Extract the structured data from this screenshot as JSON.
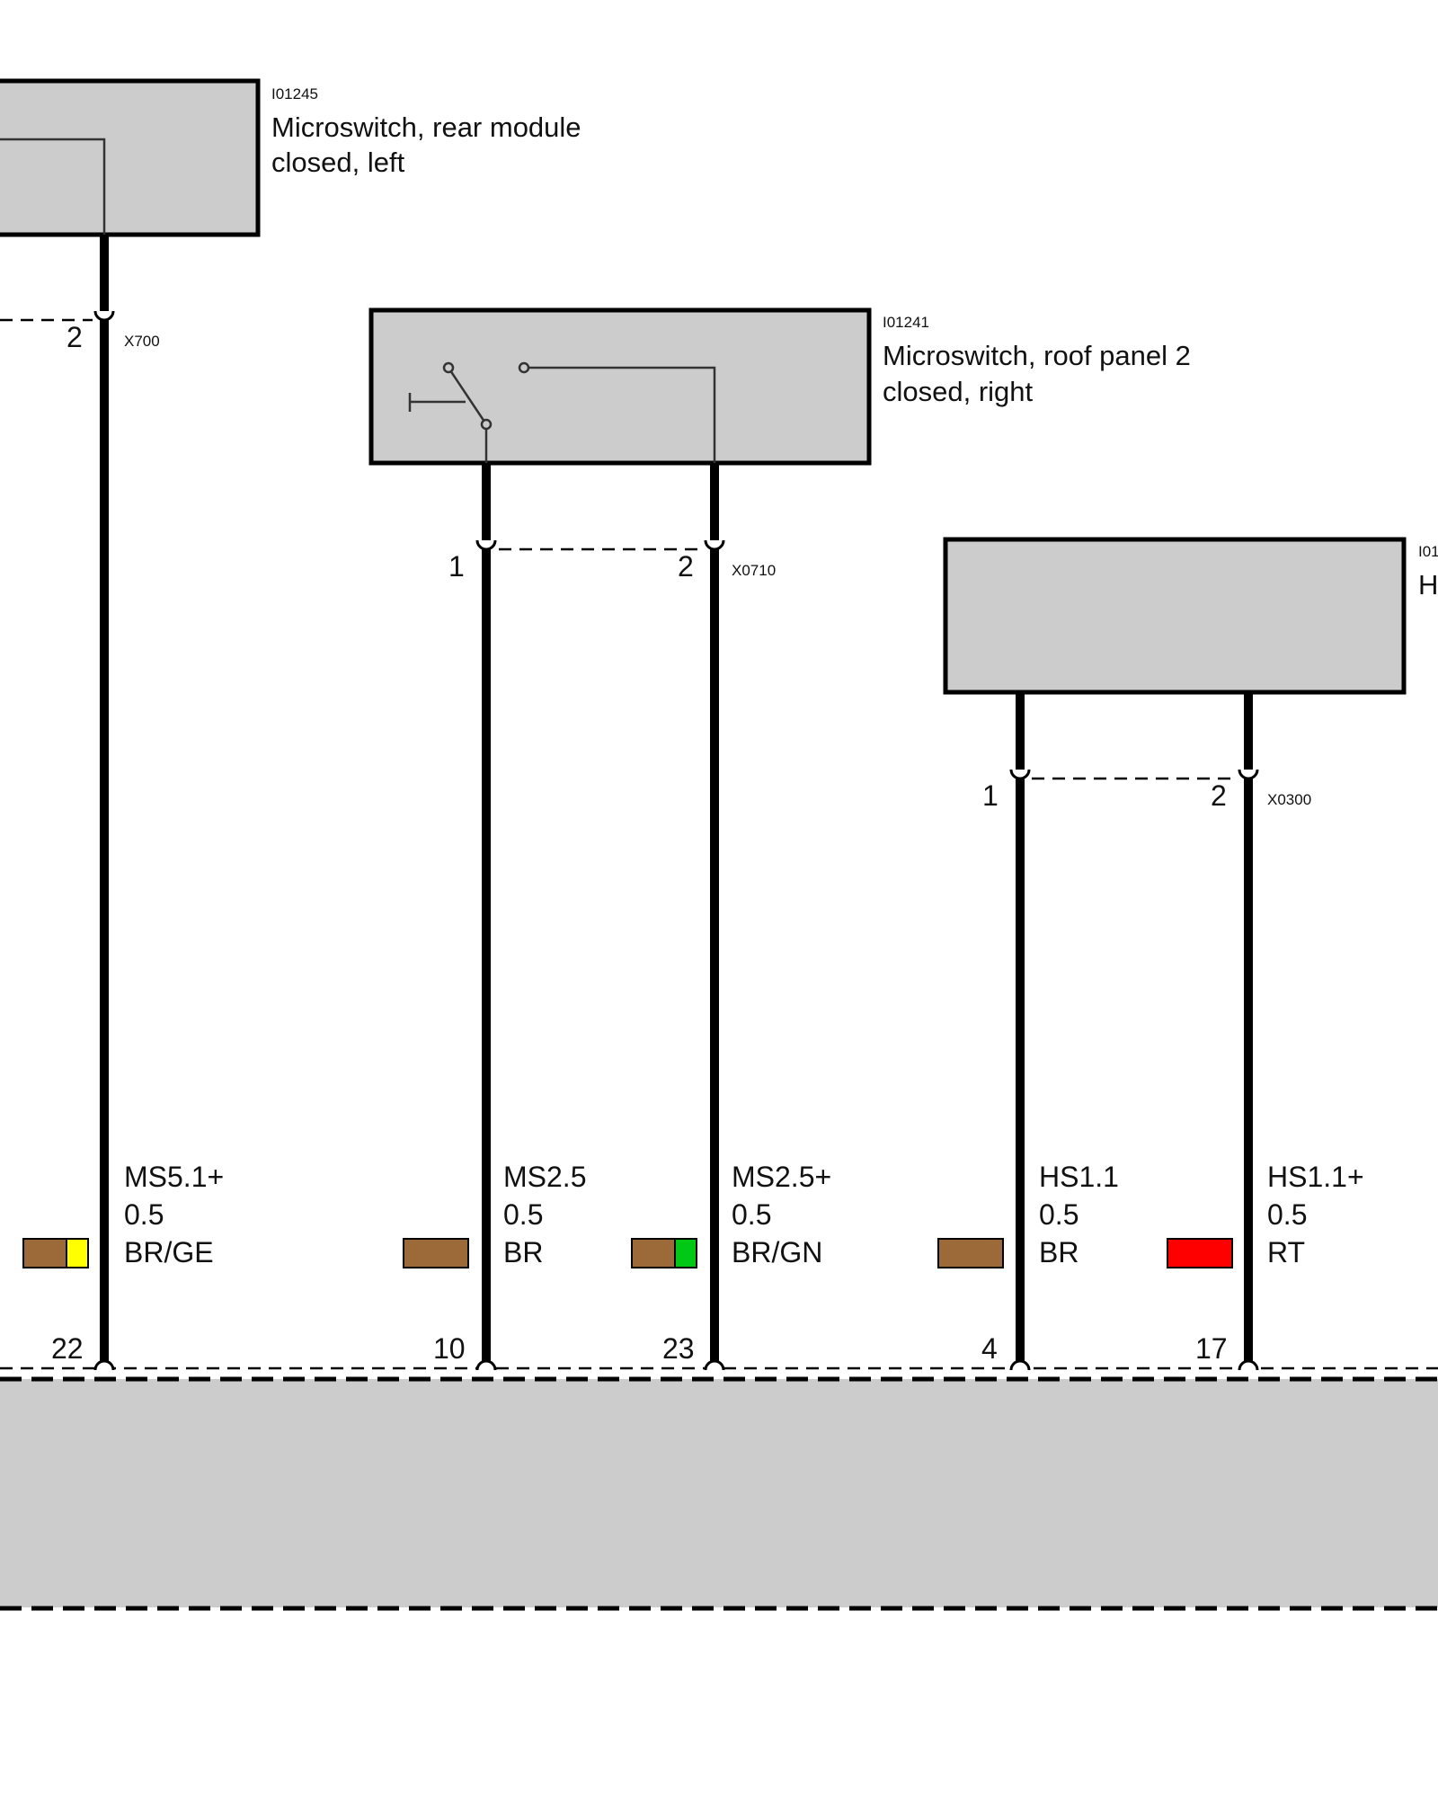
{
  "components": [
    {
      "id": "I01245",
      "name_lines": [
        "Microswitch, rear module",
        "closed, left"
      ]
    },
    {
      "id": "I01241",
      "name_lines": [
        "Microswitch, roof panel 2",
        "closed, right"
      ]
    },
    {
      "id": "I01",
      "name_lines": [
        "H"
      ]
    }
  ],
  "connectors": [
    {
      "name": "X700",
      "pins": [
        "2"
      ]
    },
    {
      "name": "X0710",
      "pins": [
        "1",
        "2"
      ]
    },
    {
      "name": "X0300",
      "pins": [
        "1",
        "2"
      ]
    }
  ],
  "wires": [
    {
      "signal": "MS5.1+",
      "cross_section": "0.5",
      "color_code": "BR/GE",
      "colors": [
        "#9c6938",
        "#ffff00"
      ],
      "pin": "22"
    },
    {
      "signal": "MS2.5",
      "cross_section": "0.5",
      "color_code": "BR",
      "colors": [
        "#9c6938"
      ],
      "pin": "10"
    },
    {
      "signal": "MS2.5+",
      "cross_section": "0.5",
      "color_code": "BR/GN",
      "colors": [
        "#9c6938",
        "#00c814"
      ],
      "pin": "23"
    },
    {
      "signal": "HS1.1",
      "cross_section": "0.5",
      "color_code": "BR",
      "colors": [
        "#9c6938"
      ],
      "pin": "4"
    },
    {
      "signal": "HS1.1+",
      "cross_section": "0.5",
      "color_code": "RT",
      "colors": [
        "#ff0000"
      ],
      "pin": "17"
    }
  ]
}
